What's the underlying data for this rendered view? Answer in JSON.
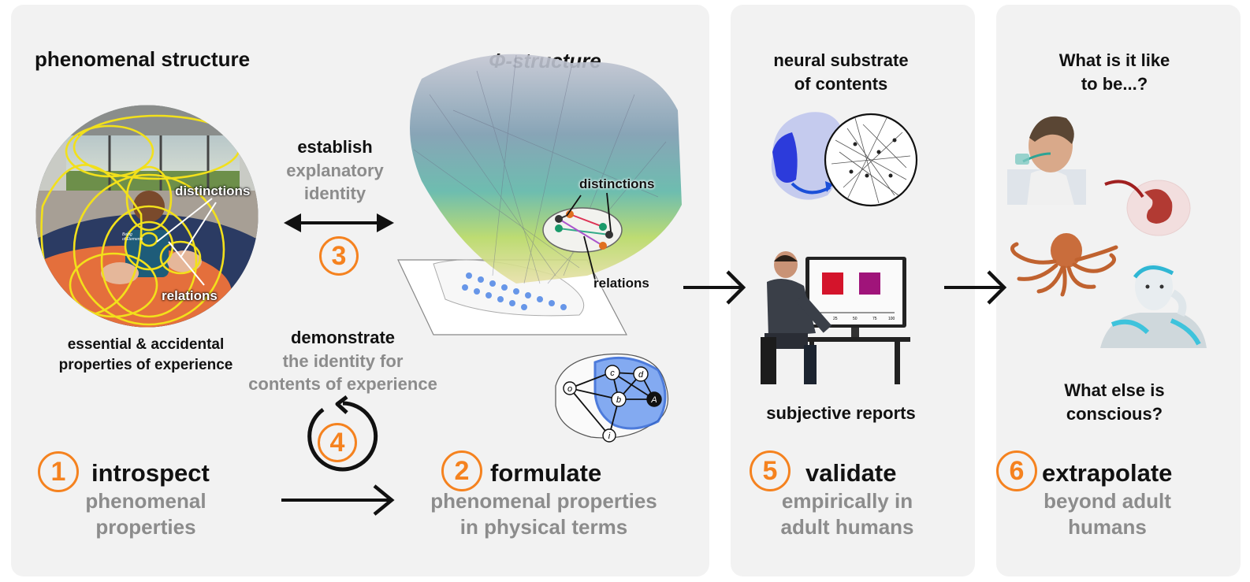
{
  "panel1": {
    "phenomenal_title": "phenomenal structure",
    "phi_title": "Φ-structure",
    "photo_labels": {
      "distinctions": "distinctions",
      "relations": "relations"
    },
    "phenomenal_caption": [
      "essential & accidental",
      "properties of experience"
    ],
    "establish": {
      "title": "establish",
      "sub": [
        "explanatory",
        "identity"
      ]
    },
    "demonstrate": {
      "title": "demonstrate",
      "sub": [
        "the identity for",
        "contents of experience"
      ]
    },
    "phi_labels": {
      "distinctions": "distinctions",
      "relations": "relations"
    },
    "network_nodes": [
      "o",
      "c",
      "d",
      "b",
      "A",
      "i"
    ],
    "book_text": [
      "Being",
      "of Elements"
    ],
    "step1": {
      "num": "1",
      "title": "introspect",
      "sub": [
        "phenomenal",
        "properties"
      ]
    },
    "step2": {
      "num": "2",
      "title": "formulate",
      "sub": [
        "phenomenal properties",
        "in physical terms"
      ]
    },
    "step3": {
      "num": "3"
    },
    "step4": {
      "num": "4"
    }
  },
  "panel2": {
    "title": [
      "neural substrate",
      "of contents"
    ],
    "reports": "subjective reports",
    "screen_ticks": [
      "0",
      "25",
      "50",
      "75",
      "100"
    ],
    "step5": {
      "num": "5",
      "title": "validate",
      "sub": [
        "empirically in",
        "adult humans"
      ]
    }
  },
  "panel3": {
    "q1": [
      "What is it like",
      "to be...?"
    ],
    "q2": [
      "What else is",
      "conscious?"
    ],
    "step6": {
      "num": "6",
      "title": "extrapolate",
      "sub": [
        "beyond adult",
        "humans"
      ]
    }
  },
  "colors": {
    "accent_orange": "#f5821f",
    "gray_text": "#8c8c8c",
    "panel_bg": "#f2f2f2",
    "yellow_outline": "#f2e01b",
    "network_blue": "#4f86e6",
    "red_square": "#d4142b",
    "magenta_square": "#a0147a"
  },
  "icons": [
    "double-arrow-icon",
    "cycle-arrow-icon",
    "right-arrow-icon",
    "brain-icon",
    "person-at-monitor-icon",
    "octopus-icon",
    "embryo-icon",
    "robot-icon",
    "patient-icon"
  ]
}
